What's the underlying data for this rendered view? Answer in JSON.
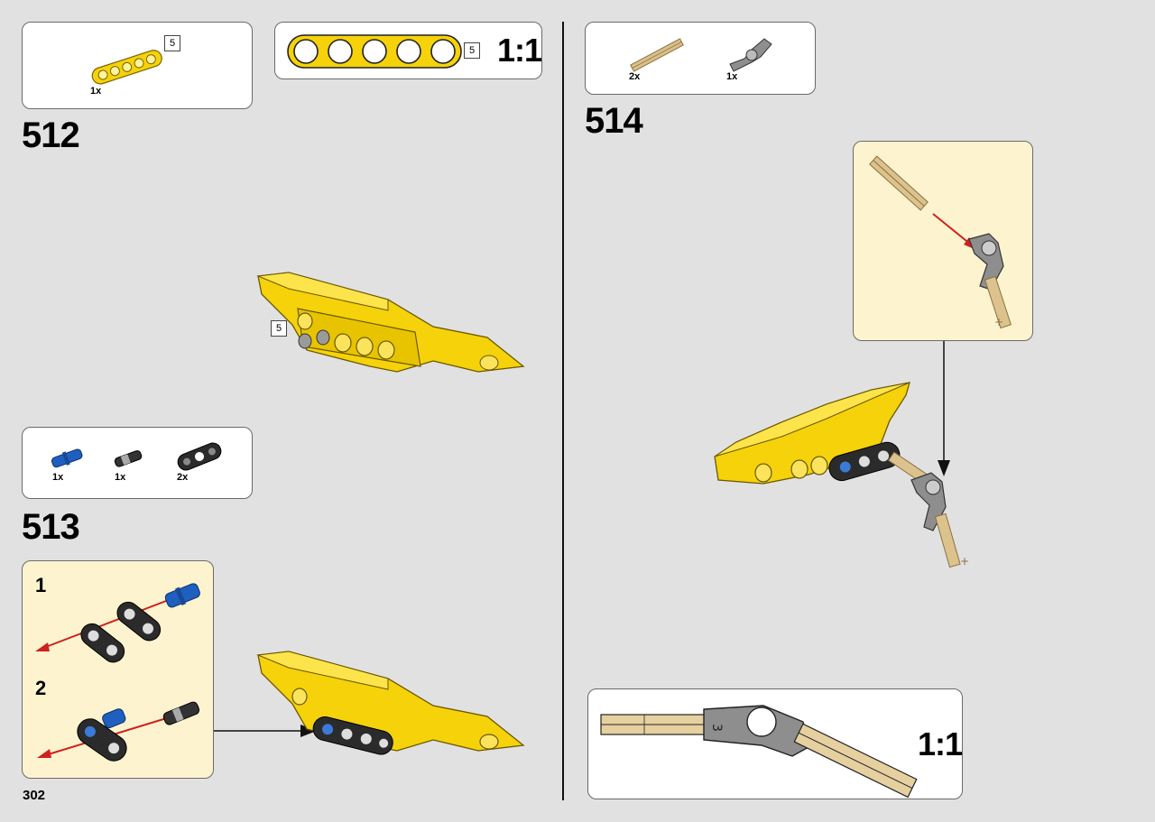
{
  "page_number": "302",
  "steps": [
    {
      "number": "512",
      "parts": [
        {
          "qty": "1x",
          "length": "5",
          "icon": "yellow-beam-5-icon"
        }
      ],
      "scale_label": "1:1",
      "scale_length": "5",
      "callout_length": "5"
    },
    {
      "number": "513",
      "parts": [
        {
          "qty": "1x",
          "icon": "blue-pin-icon"
        },
        {
          "qty": "1x",
          "icon": "black-pin-icon"
        },
        {
          "qty": "2x",
          "icon": "black-beam-3-icon"
        }
      ],
      "substeps": [
        "1",
        "2"
      ]
    },
    {
      "number": "514",
      "parts": [
        {
          "qty": "2x",
          "icon": "tan-axle-icon"
        },
        {
          "qty": "1x",
          "icon": "gray-angle-connector-icon"
        }
      ],
      "scale_label": "1:1",
      "connector_mark": "3"
    }
  ]
}
